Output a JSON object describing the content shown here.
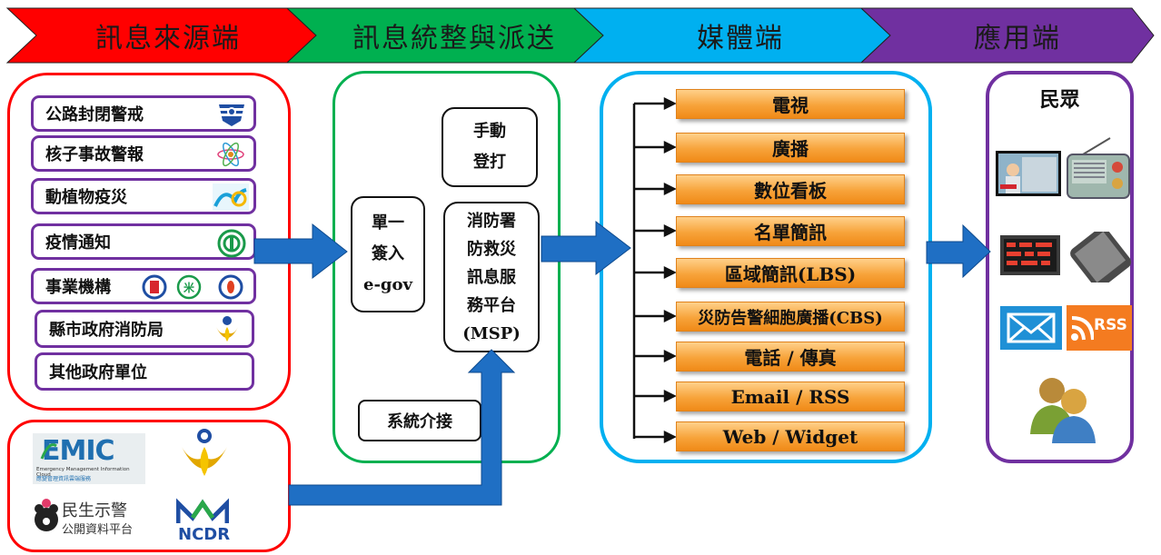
{
  "stages": [
    {
      "label": "訊息來源端",
      "color": "#ff0000"
    },
    {
      "label": "訊息統整與派送",
      "color": "#00b050"
    },
    {
      "label": "媒體端",
      "color": "#00b0f0"
    },
    {
      "label": "應用端",
      "color": "#7030a0"
    }
  ],
  "sources": [
    "公路封閉警戒",
    "核子事故警報",
    "動植物疫災",
    "疫情通知",
    "事業機構",
    "縣市政府消防局",
    "其他政府單位"
  ],
  "external_logos": {
    "emic": "EMIC",
    "emic_sub": "Emergency Management Information Cloud",
    "emic_sub_zh": "應變管理資訊雲端服務",
    "minsheng_main": "民生示警",
    "minsheng_sub": "公開資料平台",
    "ncdr": "NCDR"
  },
  "integration": {
    "manual": "手動\n登打",
    "single_signon": "單一\n簽入\ne-gov",
    "msp": "消防署\n防救災\n訊息服\n務平台\n(MSP)",
    "system_interface": "系統介接"
  },
  "media_items": [
    "電視",
    "廣播",
    "數位看板",
    "名單簡訊",
    "區域簡訊(LBS)",
    "災防告警細胞廣播(CBS)",
    "電話 / 傳真",
    "Email / RSS",
    "Web / Widget"
  ],
  "application": {
    "title": "民眾",
    "rss_label": "RSS"
  },
  "icons": [
    "tv-icon",
    "radio-icon",
    "led-board-icon",
    "smartphone-icon",
    "email-icon",
    "rss-icon",
    "people-icon"
  ],
  "arrow_color": "#1f6fc4"
}
